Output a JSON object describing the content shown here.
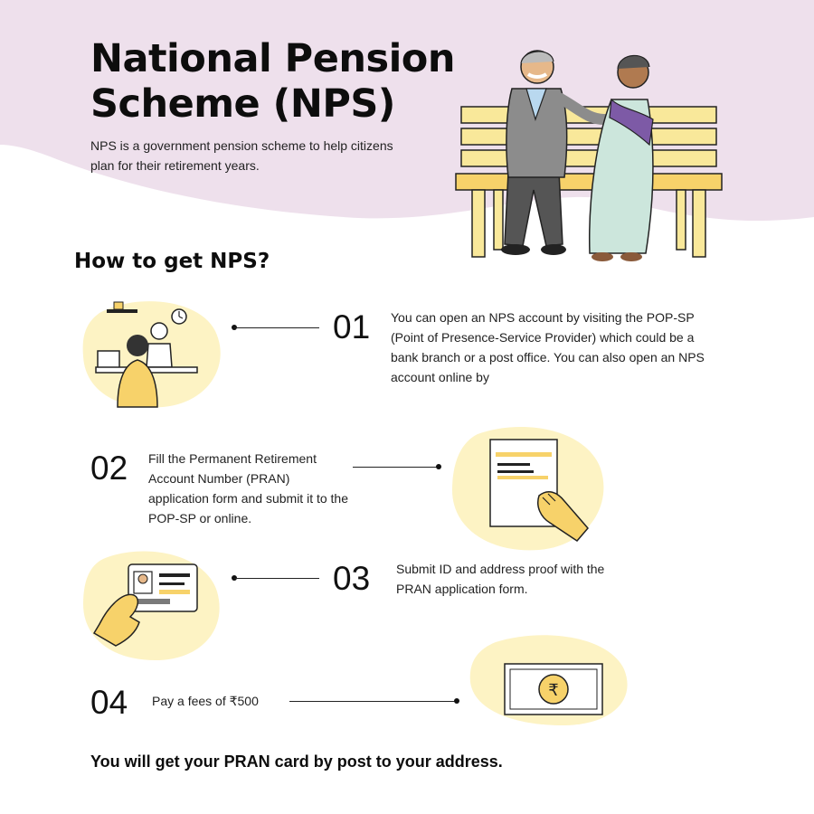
{
  "header": {
    "title_line1": "National Pension",
    "title_line2": "Scheme (NPS)",
    "subtitle": "NPS is a government pension scheme to help citizens plan for their retirement years."
  },
  "section": {
    "heading": "How to get NPS?"
  },
  "steps": [
    {
      "number": "01",
      "text": "You can open an NPS account by visiting the POP-SP (Point of Presence-Service Provider) which could be a bank branch or a post office. You can also open an NPS account online by"
    },
    {
      "number": "02",
      "text": "Fill the Permanent Retirement Account Number (PRAN) application form and submit it to the POP-SP or online."
    },
    {
      "number": "03",
      "text": "Submit ID and address proof with the PRAN application form."
    },
    {
      "number": "04",
      "text": "Pay a fees of ₹500"
    }
  ],
  "footer": {
    "text": "You will get your PRAN card by post to your address."
  },
  "icons": {
    "rupee": "₹"
  },
  "colors": {
    "header_bg": "#eee0ec",
    "blob": "#fdf3c4",
    "accent_yellow": "#f7d26a",
    "bench": "#f9e89a",
    "purple": "#7d5aa6"
  }
}
